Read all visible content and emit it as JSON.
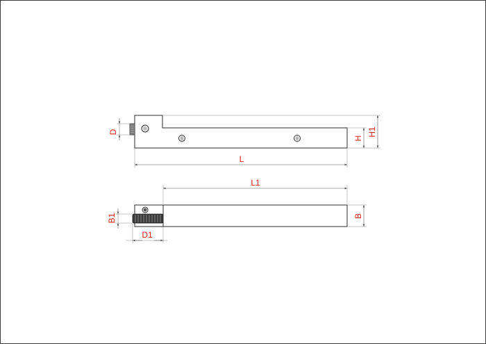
{
  "drawing": {
    "dimensions": {
      "D": "D",
      "H": "H",
      "H1": "H1",
      "L": "L",
      "L1": "L1",
      "B1": "B1",
      "D1": "D1",
      "B": "B"
    },
    "colors": {
      "outline": "#2b2b2b",
      "dimension_line": "#8a8a8a",
      "dimension_text": "#e2231a",
      "hole_fill": "#bdbdbd"
    }
  }
}
